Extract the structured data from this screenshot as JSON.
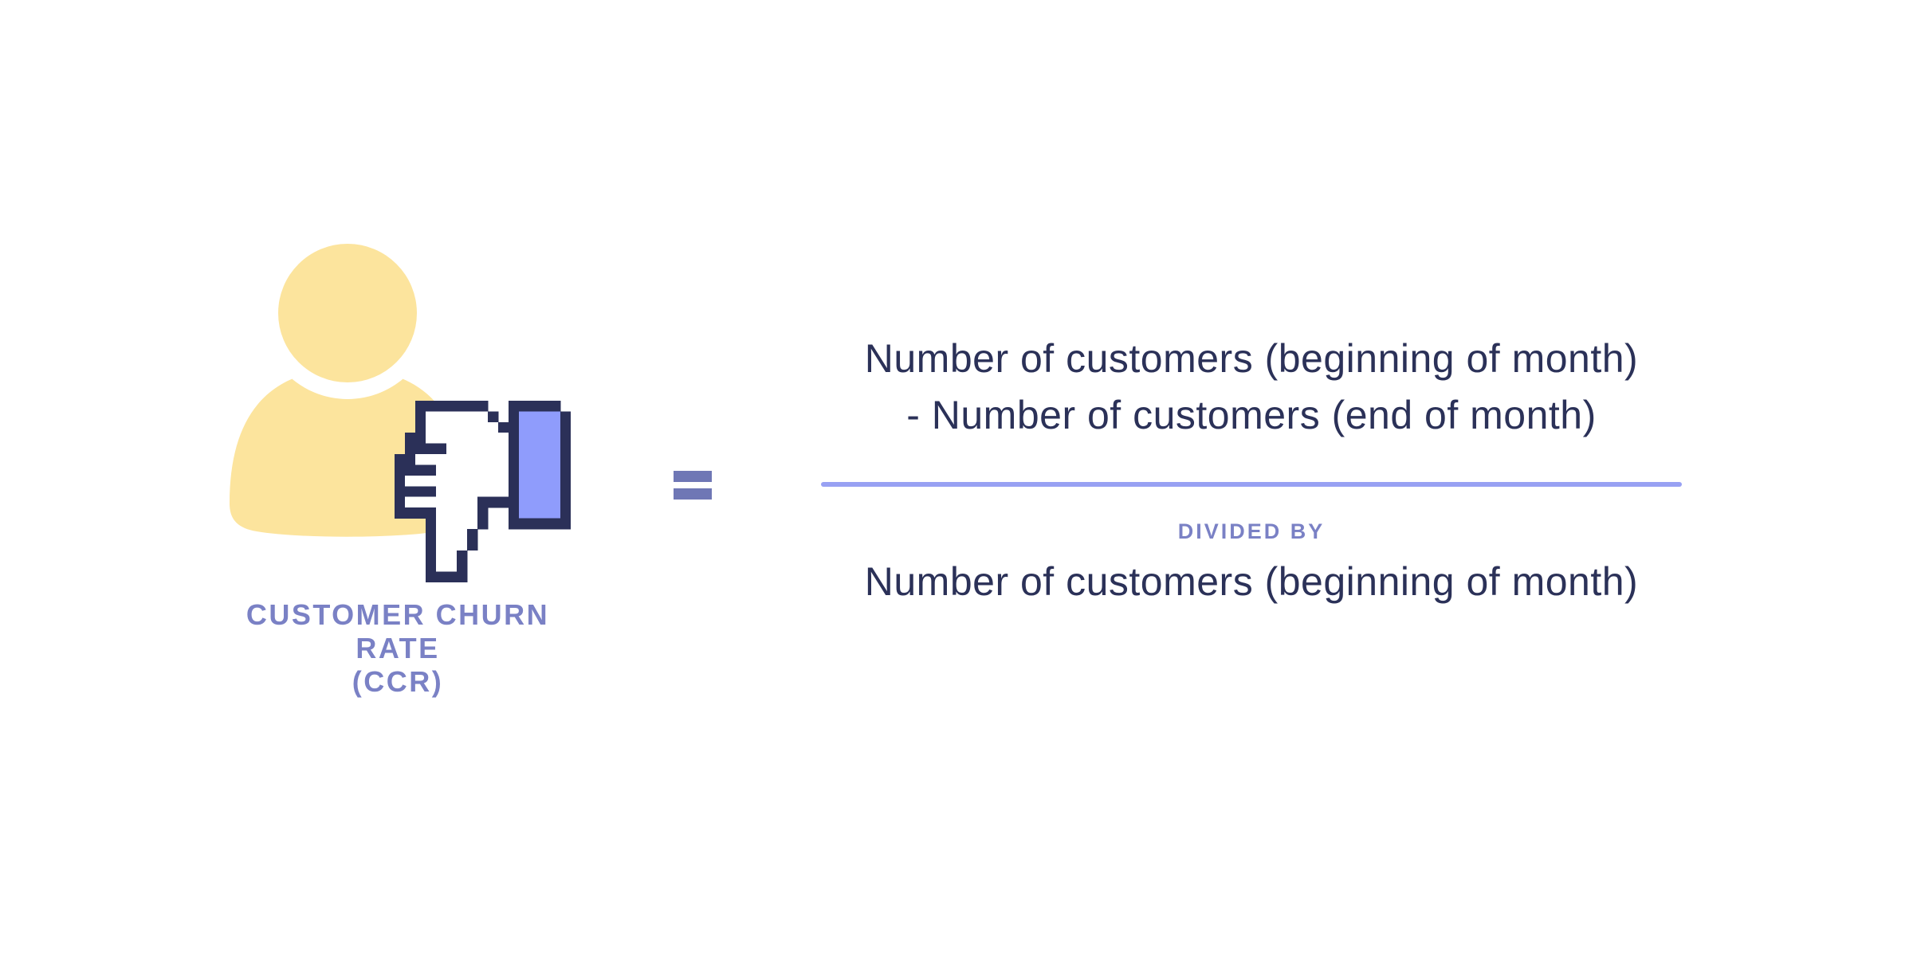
{
  "page": {
    "background_color": "#FFFFFF"
  },
  "icon_group": {
    "icons": {
      "person": "person-icon",
      "thumbs_down": "thumbs-down-icon"
    },
    "label_line1": "CUSTOMER CHURN RATE",
    "label_line2": "(CCR)",
    "colors": {
      "person_fill": "#FCE49D",
      "thumb_outline": "#2B3058",
      "thumb_hand_fill": "#FFFFFF",
      "thumb_cuff_fill": "#8F9CFC",
      "label_text": "#7A81C5"
    }
  },
  "formula": {
    "equals_symbol": "=",
    "numerator_line1": "Number of customers (beginning of month)",
    "numerator_line2": "- Number of customers (end of month)",
    "divided_by_label": "DIVIDED BY",
    "denominator": "Number of customers (beginning of month)",
    "colors": {
      "formula_text": "#2B3158",
      "divider_line": "#98A1F3",
      "divided_by_text": "#7A81C5",
      "equals_sign": "#6F77B5"
    }
  }
}
